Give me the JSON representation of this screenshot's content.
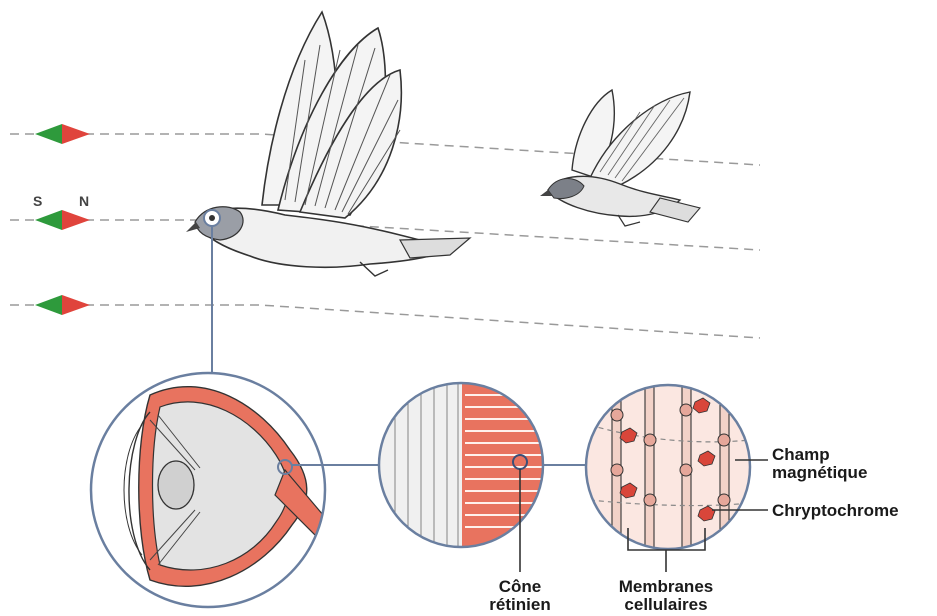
{
  "compass_poles": {
    "south": "S",
    "north": "N"
  },
  "labels": {
    "magnetic_field": [
      "Champ",
      "magnétique"
    ],
    "cryptochrome": "Chryptochrome",
    "retinal_cone": [
      "Cône",
      "rétinien"
    ],
    "cell_membranes": [
      "Membranes",
      "cellulaires"
    ]
  },
  "colors": {
    "compass_green": "#2e9a3c",
    "compass_red": "#e0443c",
    "tissue_red": "#e8735f",
    "tissue_light": "#fbe7e1",
    "outline_blue": "#6a7fa0",
    "protein_red": "#d9463a"
  }
}
